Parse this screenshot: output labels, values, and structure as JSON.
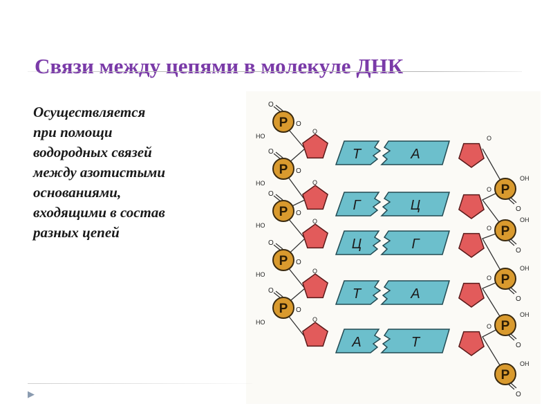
{
  "slide": {
    "title": "Связи между цепями в молекуле ДНК",
    "body_lines": [
      "Осуществляется",
      "при помощи",
      "водородных связей",
      "между азотистыми",
      "основаниями,",
      "входящими в состав",
      "разных цепей"
    ]
  },
  "diagram": {
    "phosphate_label": "P",
    "oxygen_label": "O",
    "hydroxyl_left": "HO",
    "hydroxyl_right": "OH",
    "base_pairs": [
      {
        "left": "Т",
        "right": "А"
      },
      {
        "left": "Г",
        "right": "Ц"
      },
      {
        "left": "Ц",
        "right": "Г"
      },
      {
        "left": "Т",
        "right": "А"
      },
      {
        "left": "А",
        "right": "Т"
      }
    ],
    "colors": {
      "sugar": "#e25b5b",
      "base": "#6cbfcc",
      "phosphate": "#d99a2e",
      "title": "#7a3aa8"
    }
  },
  "nav": {
    "icon": "triangle-right-icon"
  }
}
